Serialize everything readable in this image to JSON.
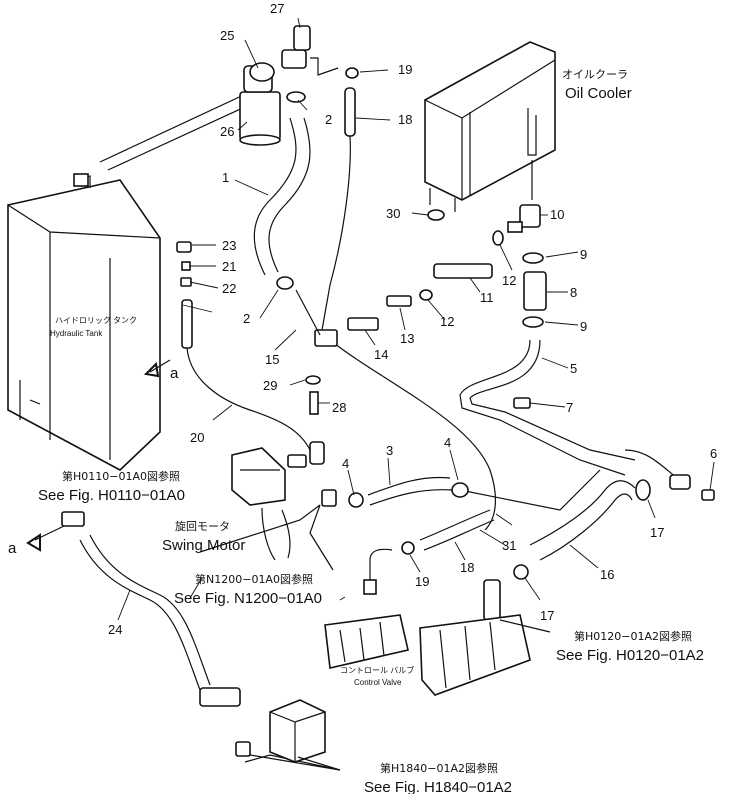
{
  "parts": {
    "p1": "1",
    "p2a": "2",
    "p2b": "2",
    "p3": "3",
    "p4a": "4",
    "p4b": "4",
    "p5": "5",
    "p6": "6",
    "p7": "7",
    "p8": "8",
    "p9a": "9",
    "p9b": "9",
    "p10": "10",
    "p11": "11",
    "p12a": "12",
    "p12b": "12",
    "p13": "13",
    "p14": "14",
    "p15": "15",
    "p16": "16",
    "p17a": "17",
    "p17b": "17",
    "p18a": "18",
    "p18b": "18",
    "p19a": "19",
    "p19b": "19",
    "p20": "20",
    "p21": "21",
    "p22": "22",
    "p23": "23",
    "p24": "24",
    "p25": "25",
    "p26": "26",
    "p27": "27",
    "p28": "28",
    "p29": "29",
    "p30": "30",
    "p31": "31"
  },
  "labels": {
    "oil_cooler_jp": "オイルクーラ",
    "oil_cooler_en": "Oil Cooler",
    "tank_jp": "ハイドロリック タンク",
    "tank_en": "Hydraulic Tank",
    "swing_motor_jp": "旋回モータ",
    "swing_motor_en": "Swing Motor",
    "control_valve_jp": "コントロール バルブ",
    "control_valve_en": "Control Valve",
    "marker_a1": "a",
    "marker_a2": "a"
  },
  "references": {
    "h0110_jp": "第H0110−01A0図参照",
    "h0110_en": "See Fig. H0110−01A0",
    "n1200_jp": "第N1200−01A0図参照",
    "n1200_en": "See Fig. N1200−01A0",
    "h0120_jp": "第H0120−01A2図参照",
    "h0120_en": "See Fig. H0120−01A2",
    "h1840_jp": "第H1840−01A2図参照",
    "h1840_en": "See Fig. H1840−01A2"
  }
}
